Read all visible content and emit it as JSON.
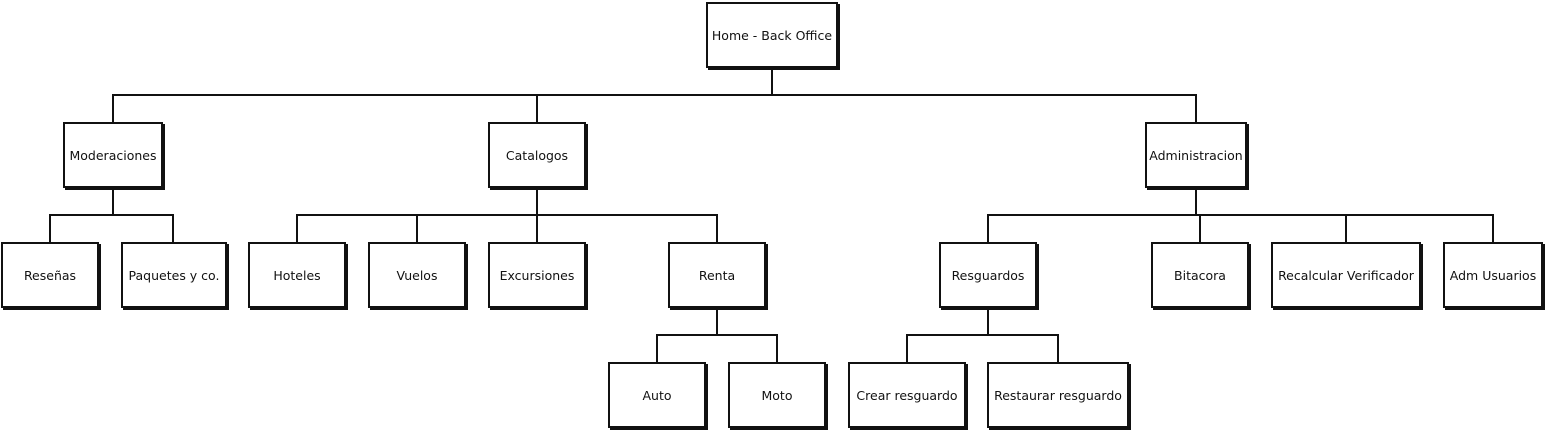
{
  "sitemap": {
    "root": "Home - Back Office",
    "sections": {
      "moderaciones": {
        "label": "Moderaciones",
        "children": [
          "Reseñas",
          "Paquetes y co."
        ]
      },
      "catalogos": {
        "label": "Catalogos",
        "children": [
          "Hoteles",
          "Vuelos",
          "Excursiones",
          "Renta"
        ]
      },
      "renta": {
        "label": "Renta",
        "children": [
          "Auto",
          "Moto"
        ]
      },
      "administracion": {
        "label": "Administracion",
        "children": [
          "Resguardos",
          "Bitacora",
          "Recalcular Verificador",
          "Adm Usuarios"
        ]
      },
      "resguardos": {
        "label": "Resguardos",
        "children": [
          "Crear resguardo",
          "Restaurar resguardo"
        ]
      }
    }
  }
}
